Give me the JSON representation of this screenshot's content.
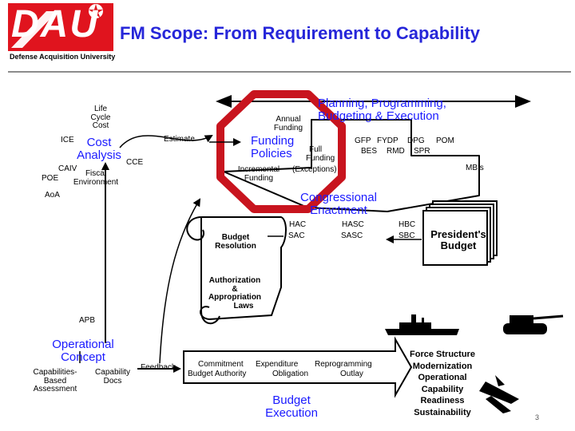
{
  "colors": {
    "dau_red": "#e0141e",
    "title_blue": "#2626d9",
    "text_blue": "#1a1aff",
    "ring_red": "#c8141e",
    "rule_gray": "#8c8c8c"
  },
  "header": {
    "logo_text": "DAU",
    "logo_subtitle": "Defense Acquisition University",
    "title": "FM Scope: From Requirement to Capability"
  },
  "diagram": {
    "ppbe": {
      "line1": "Planning, Programming,",
      "line2": "Budgeting & Execution"
    },
    "annual_funding": {
      "line1": "Annual",
      "line2": "Funding"
    },
    "funding_policies": {
      "line1": "Funding",
      "line2": "Policies"
    },
    "full_funding": {
      "line1": "Full",
      "line2": "Funding"
    },
    "incremental_funding": {
      "line1": "Incremental",
      "line2": "Funding"
    },
    "exceptions": "(Exceptions)",
    "ppbe_docs": {
      "gfp": "GFP",
      "fydp": "FYDP",
      "dpg": "DPG",
      "pom": "POM",
      "bes": "BES",
      "rmd": "RMD",
      "spr": "SPR"
    },
    "mbis": "MBIs",
    "life_cycle_cost": {
      "line1": "Life",
      "line2": "Cycle",
      "line3": "Cost"
    },
    "ice": "ICE",
    "cost_analysis": {
      "line1": "Cost",
      "line2": "Analysis"
    },
    "estimate": "Estimate",
    "cce": "CCE",
    "caiv": "CAIV",
    "poe": "POE",
    "fiscal_environment": {
      "line1": "Fiscal",
      "line2": "Environment"
    },
    "aoa": "AoA",
    "congressional_enactment": {
      "line1": "Congressional",
      "line2": "Enactment"
    },
    "committees": {
      "hac": "HAC",
      "sac": "SAC",
      "hasc": "HASC",
      "sasc": "SASC",
      "hbc": "HBC",
      "sbc": "SBC"
    },
    "presidents_budget": {
      "line1": "President's",
      "line2": "Budget"
    },
    "budget_resolution": {
      "line1": "Budget",
      "line2": "Resolution"
    },
    "auth_approp": {
      "line1": "Authorization",
      "line2": "&",
      "line3": "Appropriation",
      "line4": "Laws"
    },
    "apb": "APB",
    "operational_concept": {
      "line1": "Operational",
      "line2": "Concept"
    },
    "cba": {
      "line1": "Capabilities-",
      "line2": "Based",
      "line3": "Assessment"
    },
    "capability_docs": {
      "line1": "Capability",
      "line2": "Docs"
    },
    "feedback": "Feedback",
    "budget_execution_terms": {
      "commitment": "Commitment",
      "budget_authority": "Budget Authority",
      "expenditure": "Expenditure",
      "obligation": "Obligation",
      "reprogramming": "Reprogramming",
      "outlay": "Outlay"
    },
    "budget_execution": {
      "line1": "Budget",
      "line2": "Execution"
    },
    "force_structure": {
      "line1": "Force Structure",
      "line2": "Modernization",
      "line3": "Operational",
      "line4": "Capability",
      "line5": "Readiness",
      "line6": "Sustainability"
    }
  },
  "footer": {
    "page_number": "3"
  }
}
